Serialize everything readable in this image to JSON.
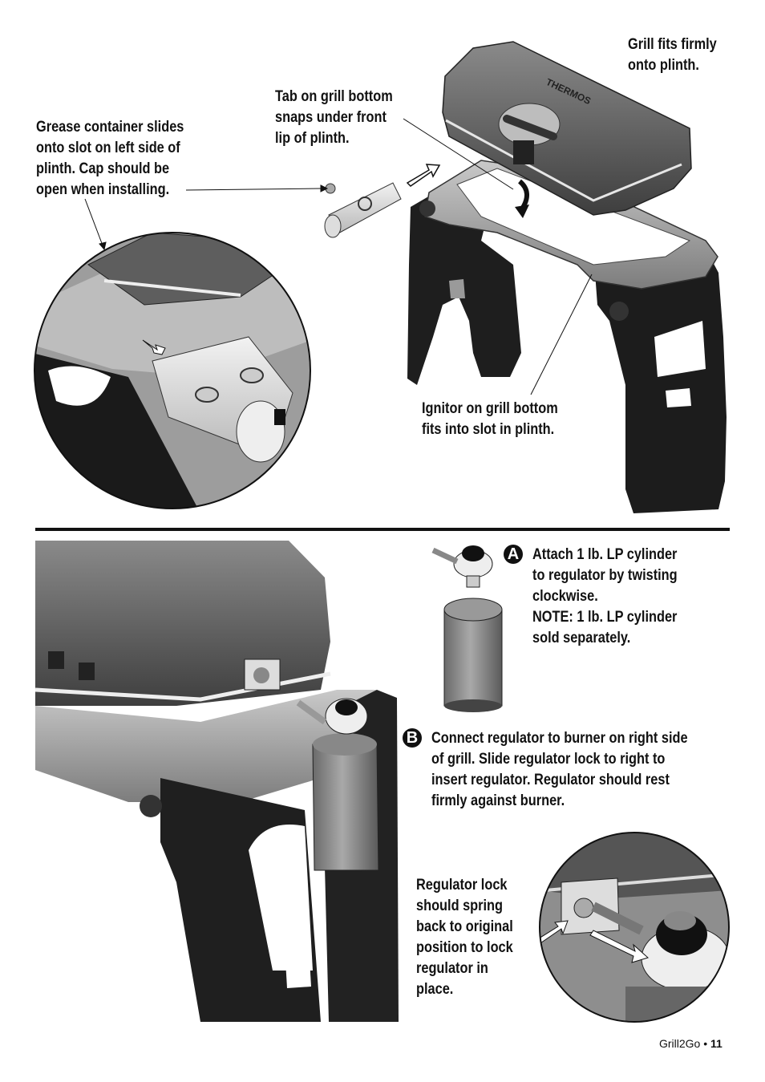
{
  "callouts": {
    "grill_fits": "Grill fits firmly\nonto plinth.",
    "tab_snaps": "Tab on grill bottom\nsnaps under front\nlip of plinth.",
    "grease_container": "Grease container slides\nonto slot on left side of\nplinth. Cap should be\nopen when installing.",
    "ignitor": "Ignitor on grill bottom\nfits into slot in plinth.",
    "regulator_lock": "Regulator lock\nshould spring\nback to original\nposition to lock\nregulator in\nplace."
  },
  "steps": [
    {
      "letter": "A",
      "text": "Attach 1 lb. LP cylinder\nto regulator by twisting\nclockwise.\nNOTE:  1 lb. LP cylinder\nsold separately."
    },
    {
      "letter": "B",
      "text": "Connect regulator to burner on right side\nof grill. Slide regulator lock to right to\ninsert regulator. Regulator should rest\nfirmly against burner."
    }
  ],
  "brand_logo": "THERMOS",
  "footer": {
    "product": "Grill2Go",
    "separator": " • ",
    "page": "11"
  }
}
